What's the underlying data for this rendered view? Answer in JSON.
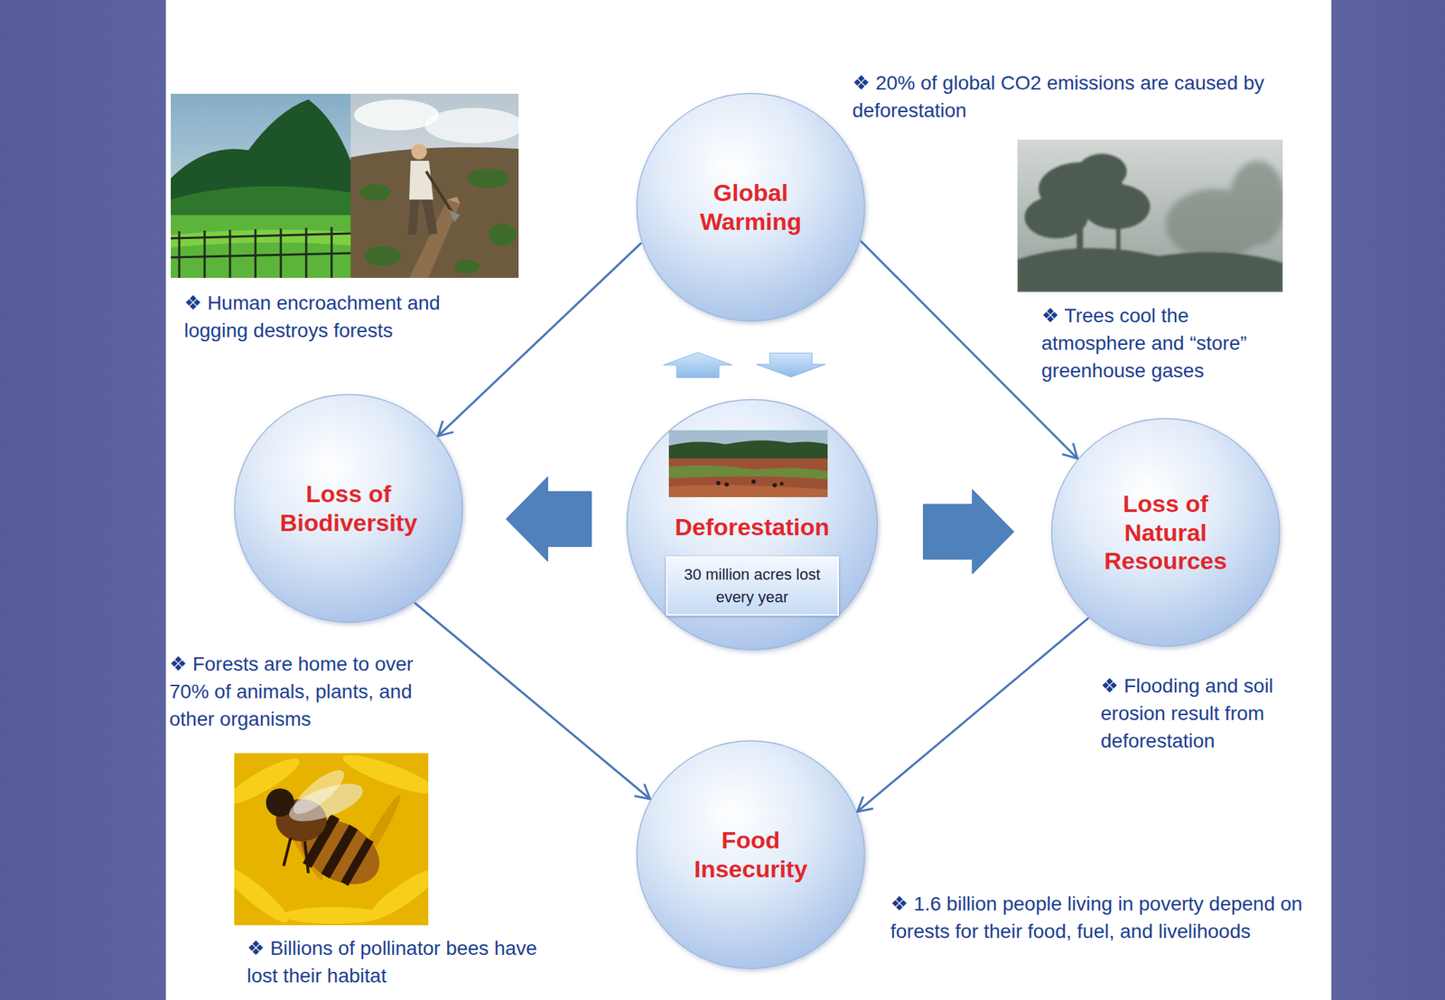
{
  "diagram": {
    "nodes": [
      {
        "text": [
          "Global Warming"
        ]
      },
      {
        "text": [
          "Loss of Biodiversity"
        ]
      },
      {
        "text": [
          "Deforestation"
        ]
      },
      {
        "text": [
          "30 million acres lost every year"
        ],
        "in": 2
      },
      {
        "text": [
          "Loss of Natural Resources"
        ]
      },
      {
        "text": [
          "Food Insecurity"
        ]
      }
    ],
    "edges": [
      {
        "from": 0,
        "to": 1,
        "arrow": "to"
      },
      {
        "from": 0,
        "to": 4,
        "arrow": "to"
      },
      {
        "from": 2,
        "to": 1,
        "arrow": "to"
      },
      {
        "from": 2,
        "to": 4,
        "arrow": "to"
      },
      {
        "from": 2,
        "to": 0,
        "arrow": "to"
      },
      {
        "from": 0,
        "to": 2,
        "arrow": "to"
      },
      {
        "from": 1,
        "to": 5,
        "arrow": "to"
      },
      {
        "from": 4,
        "to": 5,
        "arrow": "to"
      }
    ],
    "labels": [
      "❖ 20% of global CO2 emissions are caused by deforestation",
      "❖ Human encroachment and logging destroys forests",
      "❖ Trees cool the atmosphere and “store” greenhouse gases",
      "❖ Forests are home to over 70% of animals, plants, and other organisms",
      "❖ Flooding and soil erosion result from deforestation",
      "❖ 1.6 billion people living in poverty depend on forests for their food, fuel, and livelihoods",
      "❖ Billions of pollinator bees have lost their habitat"
    ]
  }
}
